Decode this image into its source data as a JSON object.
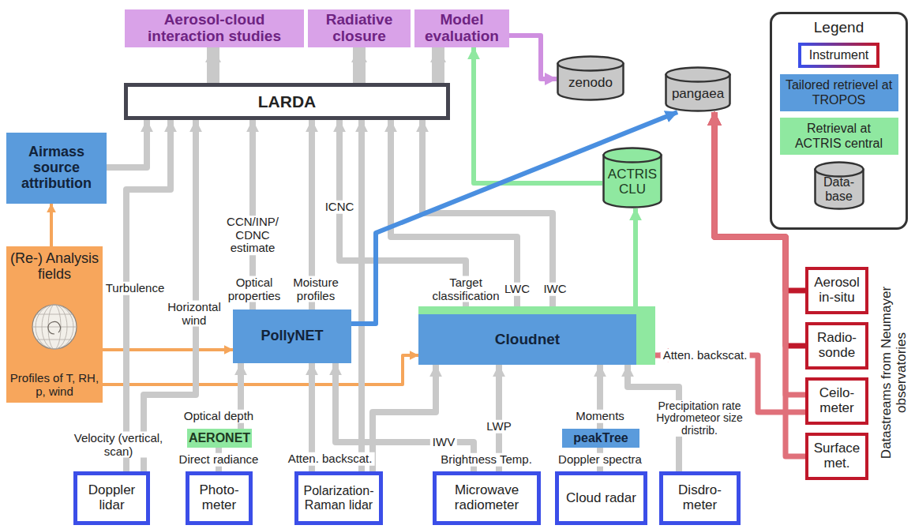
{
  "diagram": {
    "nodes": [
      {
        "text": [
          "Aerosol-cloud interaction studies"
        ]
      },
      {
        "text": [
          "Radiative closure"
        ]
      },
      {
        "text": [
          "Model evaluation"
        ]
      },
      {
        "text": [
          "zenodo"
        ]
      },
      {
        "text": [
          "pangaea"
        ]
      },
      {
        "text": [
          "LARDA"
        ]
      },
      {
        "text": [
          "Airmass source attribution"
        ]
      },
      {
        "text": [
          "ACTRIS CLU"
        ]
      },
      {
        "text": [
          "(Re-) Analysis fields",
          "Profiles of T, RH, p, wind"
        ]
      },
      {
        "text": [
          "PollyNET"
        ]
      },
      {
        "text": [
          "Cloudnet"
        ]
      },
      {
        "text": [
          "AERONET"
        ]
      },
      {
        "text": [
          "peakTree"
        ]
      },
      {
        "text": [
          "Doppler lidar"
        ]
      },
      {
        "text": [
          "Photo- meter"
        ]
      },
      {
        "text": [
          "Polarization- Raman lidar"
        ]
      },
      {
        "text": [
          "Microwave radiometer"
        ]
      },
      {
        "text": [
          "Cloud radar"
        ]
      },
      {
        "text": [
          "Disdro- meter"
        ]
      },
      {
        "text": [
          "Aerosol in-situ"
        ]
      },
      {
        "text": [
          "Radio- sonde"
        ]
      },
      {
        "text": [
          "Ceilo- meter"
        ]
      },
      {
        "text": [
          "Surface met."
        ]
      }
    ],
    "edges": [
      {
        "from": 5,
        "to": 0,
        "arrow": "to"
      },
      {
        "from": 5,
        "to": 1,
        "arrow": "to"
      },
      {
        "from": 5,
        "to": 2,
        "arrow": "to"
      },
      {
        "from": 2,
        "to": 3,
        "arrow": "to"
      },
      {
        "from": 7,
        "to": 2,
        "arrow": "to"
      },
      {
        "from": 6,
        "to": 5,
        "arrow": "to"
      },
      {
        "from": 8,
        "to": 6,
        "arrow": "to"
      },
      {
        "from": 8,
        "to": 9,
        "arrow": "to"
      },
      {
        "from": 8,
        "to": 10,
        "arrow": "to"
      },
      {
        "from": 13,
        "to": 5,
        "label": "Turbulence",
        "arrow": "to"
      },
      {
        "from": 13,
        "to": 5,
        "label": "Horizontal wind",
        "arrow": "to"
      },
      {
        "from": 14,
        "to": 11,
        "label": "Direct radiance",
        "arrow": "to"
      },
      {
        "from": 11,
        "to": 9,
        "label": "Optical depth",
        "arrow": "to"
      },
      {
        "from": 15,
        "to": 9,
        "label": "Atten. backscat.",
        "arrow": "to"
      },
      {
        "from": 15,
        "to": 5,
        "arrow": "to"
      },
      {
        "from": 15,
        "to": 10,
        "arrow": "to"
      },
      {
        "from": 16,
        "to": 9,
        "label": "IWV",
        "arrow": "to"
      },
      {
        "from": 16,
        "to": 10,
        "label": "LWP",
        "arrow": "to"
      },
      {
        "from": 17,
        "to": 12,
        "label": "Doppler spectra",
        "arrow": "to"
      },
      {
        "from": 12,
        "to": 10,
        "label": "Moments",
        "arrow": "to"
      },
      {
        "from": 18,
        "to": 10,
        "label": "Precipitation rate Hydrometeor size dristrib.",
        "arrow": "to"
      },
      {
        "from": 9,
        "to": 5,
        "label": "Optical properties",
        "arrow": "to"
      },
      {
        "from": 9,
        "to": 5,
        "label": "Moisture profiles",
        "arrow": "to"
      },
      {
        "from": 10,
        "to": 5,
        "label": "Target classification",
        "arrow": "to"
      },
      {
        "from": 10,
        "to": 5,
        "label": "LWC",
        "arrow": "to"
      },
      {
        "from": 10,
        "to": 5,
        "label": "IWC",
        "arrow": "to"
      },
      {
        "from": 10,
        "to": 7,
        "arrow": "to"
      },
      {
        "from": 9,
        "to": 4,
        "arrow": "to"
      },
      {
        "from": 19,
        "to": 4,
        "arrow": "to"
      },
      {
        "from": 20,
        "to": 4,
        "arrow": "to"
      },
      {
        "from": 21,
        "to": 4,
        "arrow": "to"
      },
      {
        "from": 22,
        "to": 4,
        "arrow": "to"
      },
      {
        "from": 21,
        "to": 10,
        "label": "Atten. backscat.",
        "arrow": "to"
      }
    ],
    "labels": [
      "Legend",
      "Velocity (vertical, scan)",
      "CCN/INP/ CDNC estimate",
      "ICNC",
      "Brightness Temp.",
      "Datastreams from Neumayer observatories"
    ],
    "legend": [
      {
        "text": "Instrument"
      },
      {
        "text": "Tailored retrievel at TROPOS",
        "color": "#5a9bdc"
      },
      {
        "text": "Retrieval at ACTRIS central",
        "color": "#8fe8a0"
      },
      {
        "text": "Data- base"
      }
    ]
  }
}
